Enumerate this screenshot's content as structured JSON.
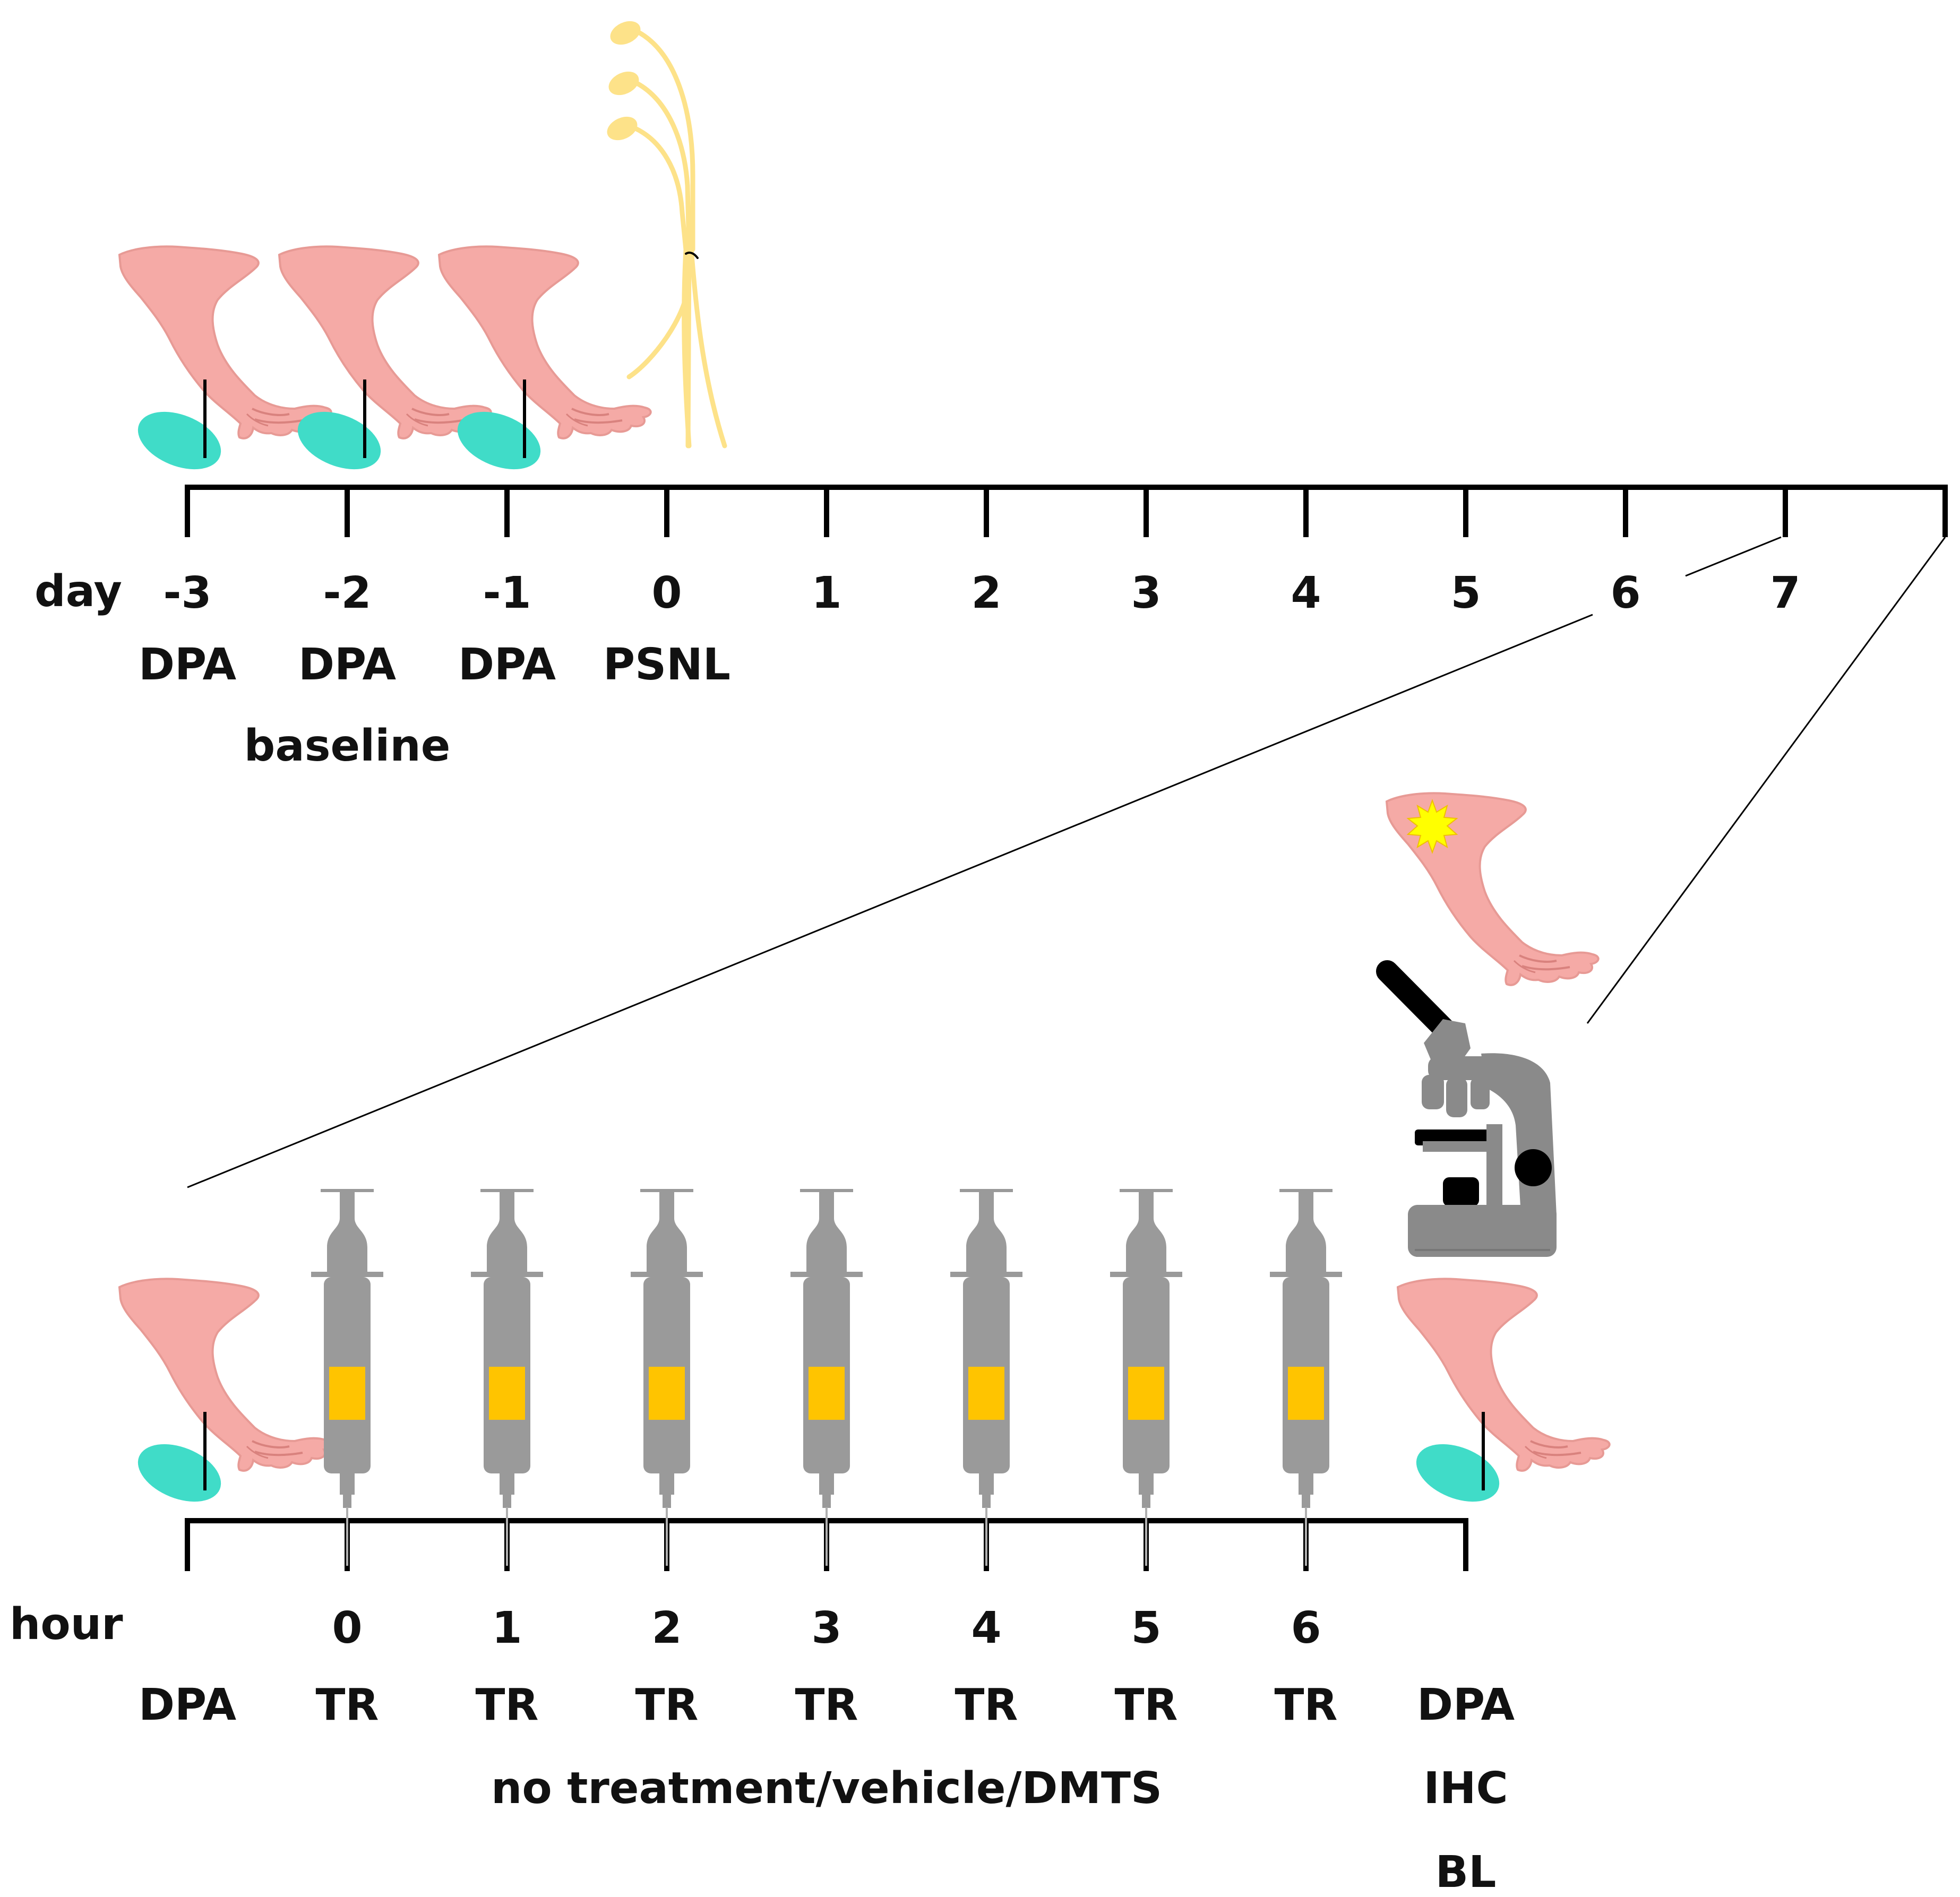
{
  "colors": {
    "paw": "#f5aaa6",
    "paw_outline": "#d9827e",
    "probe": "#40dcc8",
    "nerve": "#fde289",
    "syringe": "#9a9a9a",
    "syringe_fluid": "#ffc400",
    "microscope": "#8a8a8a",
    "flash": "#ffff00"
  },
  "top_timeline": {
    "axis_label": "day",
    "ticks": [
      "-3",
      "-2",
      "-1",
      "0",
      "1",
      "2",
      "3",
      "4",
      "5",
      "6",
      "7"
    ],
    "events": [
      {
        "tick": "-3",
        "label": "DPA",
        "icons": [
          "paw-icon",
          "probe-icon"
        ]
      },
      {
        "tick": "-2",
        "label": "DPA",
        "icons": [
          "paw-icon",
          "probe-icon"
        ]
      },
      {
        "tick": "-1",
        "label": "DPA",
        "icons": [
          "paw-icon",
          "probe-icon"
        ]
      },
      {
        "tick": "0",
        "label": "PSNL",
        "icons": [
          "sciatic-nerve-icon"
        ]
      }
    ],
    "group_label": "baseline"
  },
  "bottom_timeline": {
    "axis_label": "hour",
    "ticks": [
      "",
      "0",
      "1",
      "2",
      "3",
      "4",
      "5",
      "6",
      ""
    ],
    "events": [
      {
        "tick": "start",
        "label": "DPA",
        "icons": [
          "paw-icon",
          "probe-icon"
        ]
      },
      {
        "tick": "0",
        "label": "TR",
        "icons": [
          "syringe-icon"
        ]
      },
      {
        "tick": "1",
        "label": "TR",
        "icons": [
          "syringe-icon"
        ]
      },
      {
        "tick": "2",
        "label": "TR",
        "icons": [
          "syringe-icon"
        ]
      },
      {
        "tick": "3",
        "label": "TR",
        "icons": [
          "syringe-icon"
        ]
      },
      {
        "tick": "4",
        "label": "TR",
        "icons": [
          "syringe-icon"
        ]
      },
      {
        "tick": "5",
        "label": "TR",
        "icons": [
          "syringe-icon"
        ]
      },
      {
        "tick": "6",
        "label": "TR",
        "icons": [
          "syringe-icon"
        ]
      },
      {
        "tick": "end",
        "label": "DPA",
        "icons": [
          "paw-icon",
          "probe-icon",
          "microscope-icon",
          "inflamed-paw-icon"
        ]
      }
    ],
    "group_label": "no treatment/vehicle/DMTS",
    "end_labels": [
      "IHC",
      "BL"
    ]
  }
}
